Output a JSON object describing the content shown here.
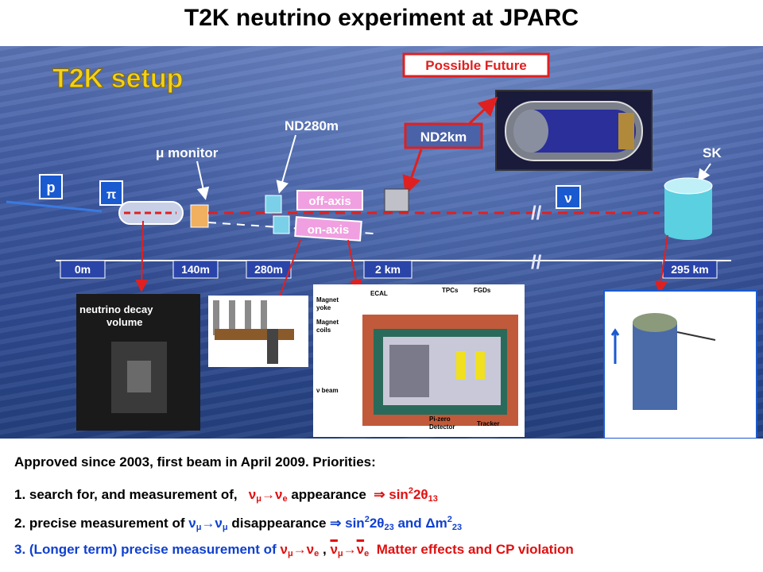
{
  "title": "T2K neutrino experiment at JPARC",
  "diagram": {
    "heading": "T2K setup",
    "possible_future": "Possible Future",
    "nd2km": "ND2km",
    "nd280m": "ND280m",
    "mu_monitor": "μ monitor",
    "sk": "SK",
    "p_box": "p",
    "pi_box": "π",
    "nu_box": "ν",
    "off_axis": "off-axis",
    "on_axis": "on-axis",
    "distances": [
      "0m",
      "140m",
      "280m",
      "2 km",
      "295 km"
    ],
    "decay_volume": [
      "neutrino decay",
      "volume"
    ],
    "detector_labels": {
      "magnet_yoke": [
        "Magnet",
        "yoke"
      ],
      "magnet_coils": [
        "Magnet",
        "coils"
      ],
      "ecal": "ECAL",
      "tpcs": "TPCs",
      "fgds": "FGDs",
      "nu_beam": "ν beam",
      "pi_zero": [
        "Pi-zero",
        "Detector"
      ],
      "tracker": "Tracker"
    }
  },
  "text": {
    "intro": "Approved since 2003, first beam in April 2009. Priorities:",
    "item1": {
      "prefix": "1. search for, and measurement of,",
      "mid": "appearance",
      "formula": "sin²2θ₁₃"
    },
    "item2": {
      "prefix": "2. precise measurement of",
      "mid": "disappearance",
      "formula": "sin²2θ₂₃ and Δm²₂₃"
    },
    "item3": {
      "prefix": "3. (Longer term)",
      "mid": "precise measurement of",
      "tail": "Matter effects and CP violation"
    }
  },
  "colors": {
    "highlight": "#e01010",
    "formula": "#1040d0",
    "panel": "#3f5aa2"
  }
}
